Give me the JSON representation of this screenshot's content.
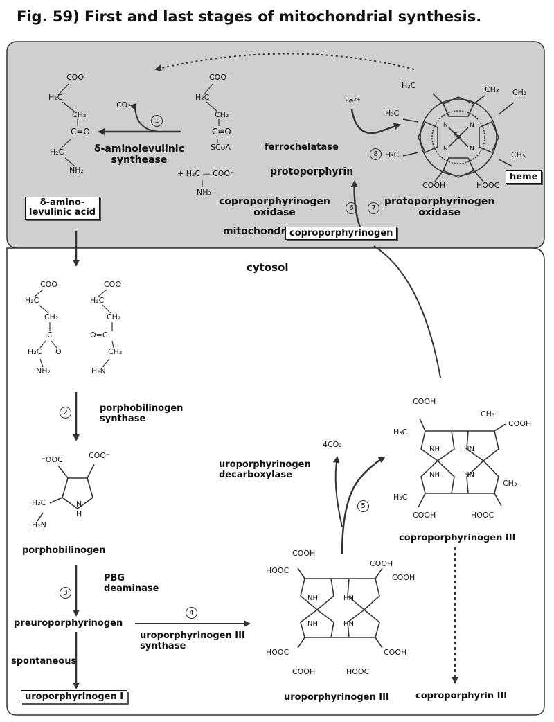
{
  "title": "Fig. 59)   First and last stages of mitochondrial synthesis.",
  "compartments": {
    "mitochondrion": "mitochondrion",
    "cytosol": "cytosol"
  },
  "enzymes": {
    "ala_synthase": "δ-aminolevulinic\nsynthease",
    "ferrochelatase": "ferrochelatase",
    "coproporphyrinogen_oxidase": "coproporphyrinogen\noxidase",
    "protoporphyrinogen_oxidase": "protoporphyrinogen\noxidase",
    "pbg_synthase": "porphobilinogen\nsynthase",
    "pbg_deaminase": "PBG\ndeaminase",
    "uro_iii_synthase": "uroporphyrinogen III\nsynthase",
    "uro_decarboxylase": "uroporphyrinogen\ndecarboxylase",
    "spontaneous": "spontaneous"
  },
  "compounds": {
    "ala": "δ-amino-\nlevulinic acid",
    "heme": "heme",
    "protoporphyrin": "protoporphyrin",
    "coproporphyrinogen": "coproporphyrinogen",
    "porphobilinogen": "porphobilinogen",
    "preuroporphyrinogen": "preuroporphyrinogen",
    "uroporphyrinogen_i": "uroporphyrinogen I",
    "uroporphyrinogen_iii": "uroporphyrinogen III",
    "coproporphyrinogen_iii": "coproporphyrinogen III",
    "coproporphyrin_iii": "coproporphyrin III"
  },
  "chem_labels": {
    "coo_minus": "COO⁻",
    "ch2": "CH₂",
    "h2c": "H₂C",
    "c_eq_o": "C=O",
    "o_eq_c": "O=C",
    "c": "C",
    "o": "O",
    "nh2": "NH₂",
    "h2n": "H₂N",
    "co2": "CO₂",
    "four_co2": "4CO₂",
    "scoa": "SCoA",
    "glycine": "+ H₂C — COO⁻",
    "nh3plus": "NH₃⁺",
    "fe2plus": "Fe²⁺",
    "fe": "Fe",
    "n": "N",
    "nh": "NH",
    "hn": "HN",
    "h": "H",
    "ch3": "CH₃",
    "h3c": "H₃C",
    "cooh": "COOH",
    "hooc": "HOOC",
    "ooc_minus": "⁻OOC"
  },
  "steps": [
    "1",
    "2",
    "3",
    "4",
    "5",
    "6",
    "7",
    "8"
  ]
}
